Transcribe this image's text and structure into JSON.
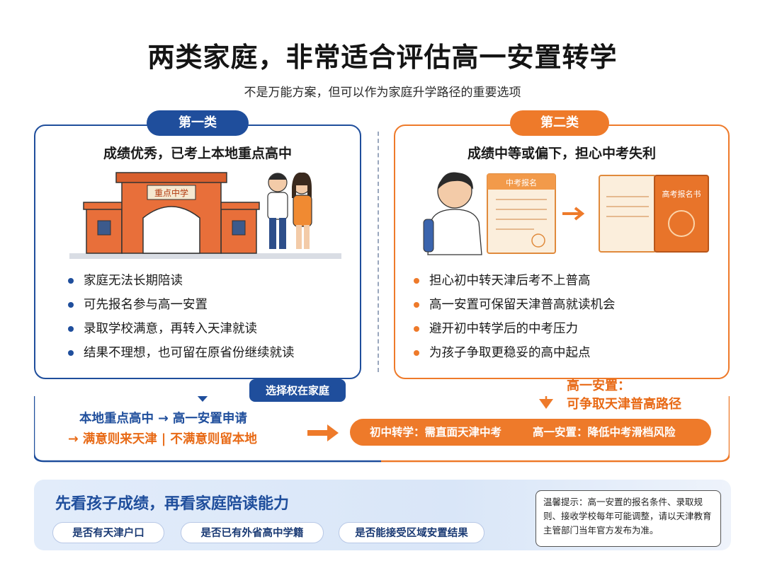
{
  "header": {
    "title": "两类家庭，非常适合评估高一安置转学",
    "subtitle": "不是万能方案，但可以作为家庭升学路径的重要选项"
  },
  "left_panel": {
    "badge": "第一类",
    "heading": "成绩优秀，已考上本地重点高中",
    "gate_sign": "重点中学",
    "bullets": [
      "家庭无法长期陪读",
      "可先报名参与高一安置",
      "录取学校满意，再转入天津就读",
      "结果不理想，也可留在原省份继续就读"
    ],
    "choice_label": "选择权在家庭",
    "flow_line1": "本地重点高中 → 高一安置申请",
    "flow_line2": "→ 满意则来天津 | 不满意则留本地"
  },
  "right_panel": {
    "badge": "第二类",
    "heading": "成绩中等或偏下，担心中考失利",
    "doc1_title": "中考报名",
    "doc2_title": "高考报名书",
    "bullets": [
      "担心初中转天津后考不上普高",
      "高一安置可保留天津普高就读机会",
      "避开初中转学后的中考压力",
      "为孩子争取更稳妥的高中起点"
    ],
    "note_line1": "高一安置：",
    "note_line2": "可争取天津普高路径",
    "bar_left": "初中转学：需直面天津中考",
    "bar_right": "高一安置：降低中考滑档风险"
  },
  "footer": {
    "title": "先看孩子成绩，再看家庭陪读能力",
    "pills": [
      "是否有天津户口",
      "是否已有外省高中学籍",
      "是否能接受区域安置结果"
    ],
    "tip": "温馨提示：高一安置的报名条件、录取规则、接收学校每年可能调整，请以天津教育主管部门当年官方发布为准。"
  },
  "colors": {
    "blue": "#1f4e9c",
    "orange": "#ee7a2a",
    "footer_bg": "#dde8f8"
  }
}
